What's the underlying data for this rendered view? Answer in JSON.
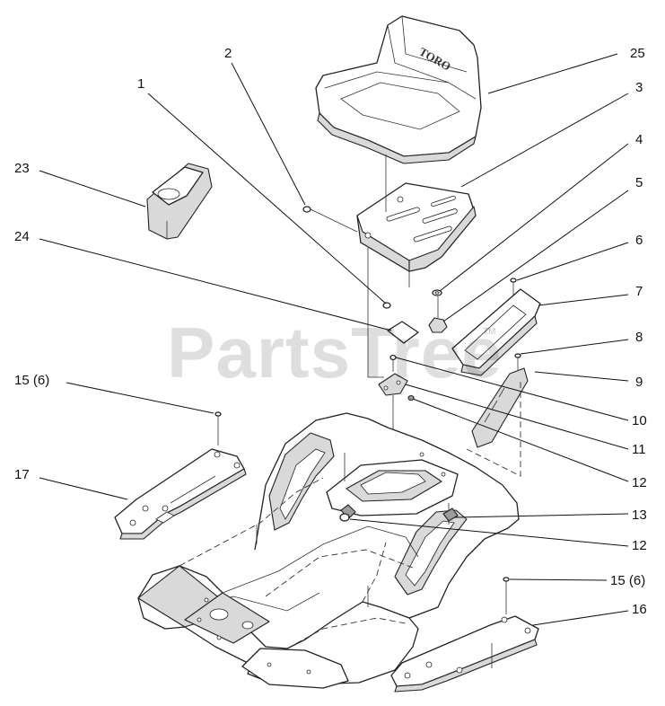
{
  "diagram": {
    "watermark": "PartsTree",
    "watermark_tm": "TM",
    "seat_brand": "TORO",
    "callouts": {
      "c1": "1",
      "c2": "2",
      "c3": "3",
      "c4": "4",
      "c5": "5",
      "c6": "6",
      "c7": "7",
      "c8": "8",
      "c9": "9",
      "c10": "10",
      "c11": "11",
      "c12a": "12",
      "c12b": "12",
      "c13": "13",
      "c15a": "15 (6)",
      "c15b": "15 (6)",
      "c16": "16",
      "c17": "17",
      "c23": "23",
      "c24": "24",
      "c25": "25"
    }
  }
}
